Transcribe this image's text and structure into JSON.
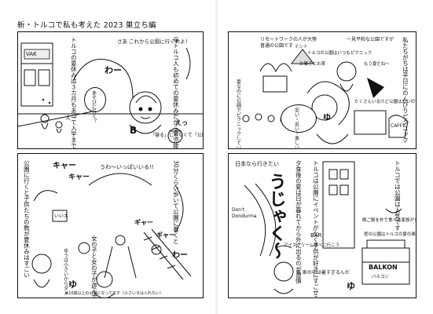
{
  "header": {
    "title": "新・トルコで私も考えた 2023 巣立ち編"
  },
  "left_page": {
    "p1": {
      "shop_sign": "VAK",
      "caption": "トルコの夏休みは３カ月もあって入学までずっと何も予定がないので",
      "bubble1": "あそびに行く？",
      "bubble2": "えー",
      "speech": "さあ これから公園に行くわよ！",
      "sfx1": "わー",
      "caption2": "母トルコ人も初めての夏休みだから育児疲れなのかも",
      "sfx2": "えっ",
      "small_note": "「寝る」じゃなくて「公園」!!",
      "sfx3": "B"
    },
    "p2": {
      "caption": "公園に行くと子供たちの数が夏休みはすごい",
      "sfx1": "キャー",
      "sfx2": "キャー",
      "count_line": "うわ〜いっぱいいる!!",
      "caption2": "30分くらい歩いて公園に着くと",
      "sign": "いいえ",
      "sfx3": "ギャー",
      "sfx4": "ギャー",
      "sfx5": "わー",
      "caption3": "女の子と女の子が遊んでいました",
      "bubble": "ゆうは小さいからダメ",
      "footnote": "※10歳以上の公園になってます（小さい子は入れない）",
      "signature": "ゆ"
    }
  },
  "right_page": {
    "p3": {
      "top_notes": [
        "リモートワークの人が大勢",
        "普通の公園です",
        "一見平和な公園ですが"
      ],
      "caption": "私たちがちは平日にのんびりピクニック",
      "notes": [
        "トルコの公園はいつもピクニック",
        "もう夏だね〜",
        "お菓子とお茶",
        "テント"
      ],
      "caption2": "夏なのに公園でピクニックしている人も多い",
      "speech": "安い・近い・楽しい!!",
      "cafe_label": "CAFFE",
      "bag_label": "ゆ",
      "caption3": "たくさんいるけど公園は広いのでのびのびできる"
    },
    "p4": {
      "banner": "日本なら行きたい",
      "big_sfx": "うじゃく〜",
      "caption": "トルコは公園にイベントがなく子供が好きにすごせる",
      "sign1": "Don't",
      "sign2": "Dondurma",
      "caption2": "夕食後の夏は日が暮れてから外に出るのが習慣",
      "caption3": "トルコでは公園は人気です",
      "bar_sign": "BAR",
      "caption4": "アイスクリーム食べに行こう",
      "caption5": "夜 家の中は暑すぎるんだ",
      "caption6": "晩ご飯を外で食べる家族が多い",
      "caption7": "昼の公園はトルコの夏の楽しみ",
      "balkon": "BALKON",
      "balkon_sub": "バルコン",
      "signature": "ゆ"
    }
  }
}
